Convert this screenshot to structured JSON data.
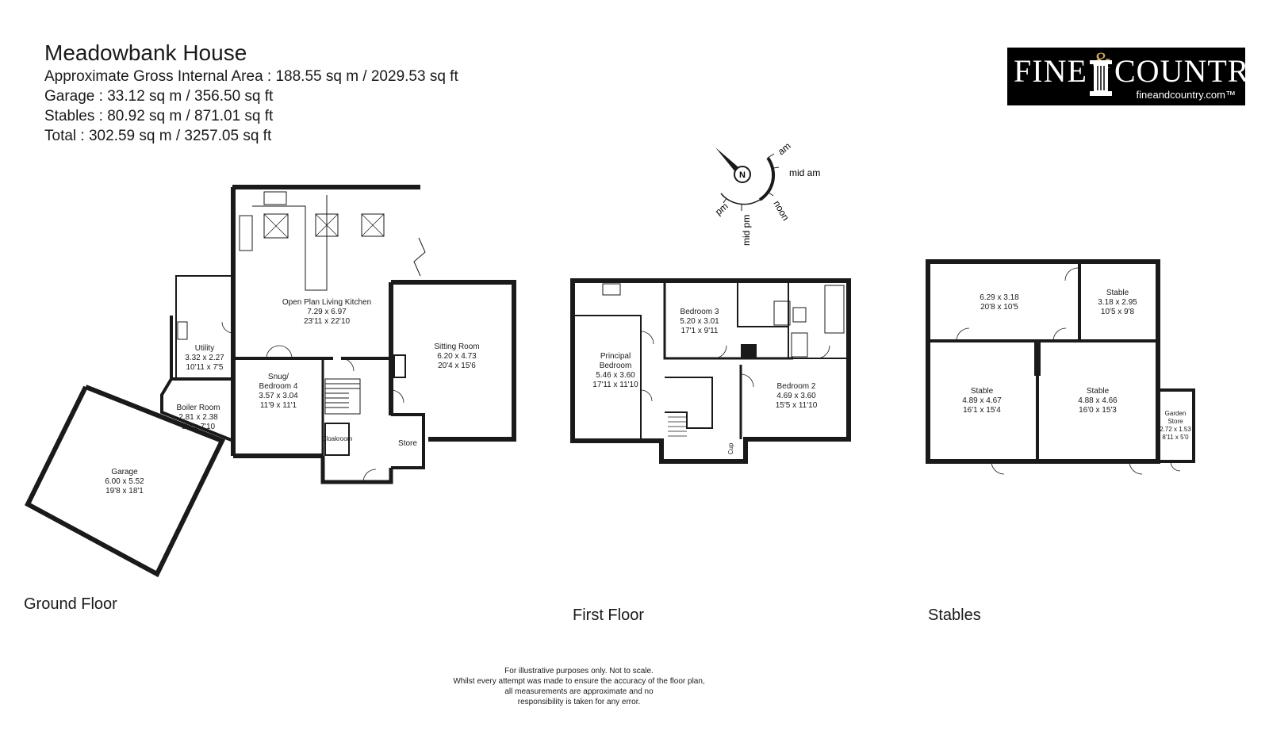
{
  "header": {
    "title": "Meadowbank House",
    "gross_area": "Approximate Gross Internal Area : 188.55 sq m / 2029.53 sq ft",
    "garage_area": "Garage : 33.12 sq m / 356.50 sq ft",
    "stables_area": "Stables : 80.92 sq m / 871.01 sq ft",
    "total_area": "Total : 302.59 sq m / 3257.05 sq ft"
  },
  "logo": {
    "fine": "FINE",
    "amp": "&",
    "country": "COUNTRY",
    "url": "fineandcountry.com™"
  },
  "compass": {
    "north": "N",
    "am": "am",
    "mid_am": "mid am",
    "noon": "noon",
    "mid_pm": "mid pm",
    "pm": "pm"
  },
  "floors": {
    "ground": "Ground Floor",
    "first": "First Floor",
    "stables": "Stables"
  },
  "rooms": {
    "kitchen": {
      "name": "Open Plan Living Kitchen",
      "metric": "7.29 x 6.97",
      "imperial": "23'11 x 22'10"
    },
    "sitting": {
      "name": "Sitting Room",
      "metric": "6.20 x 4.73",
      "imperial": "20'4 x 15'6"
    },
    "utility": {
      "name": "Utility",
      "metric": "3.32 x 2.27",
      "imperial": "10'11 x 7'5"
    },
    "snug_1": "Snug/",
    "snug": {
      "name": "Bedroom 4",
      "metric": "3.57 x 3.04",
      "imperial": "11'9 x 11'1"
    },
    "boiler": {
      "name": "Boiler Room",
      "metric": "2.81 x 2.38",
      "imperial": "9'3 x 7'10"
    },
    "garage": {
      "name": "Garage",
      "metric": "6.00 x 5.52",
      "imperial": "19'8 x 18'1"
    },
    "cloakroom": "Cloakroom",
    "store": "Store",
    "principal_1": "Principal",
    "principal": {
      "name": "Bedroom",
      "metric": "5.46 x 3.60",
      "imperial": "17'11 x 11'10"
    },
    "bed3": {
      "name": "Bedroom 3",
      "metric": "5.20 x 3.01",
      "imperial": "17'1 x 9'11"
    },
    "bed2": {
      "name": "Bedroom 2",
      "metric": "4.69 x 3.60",
      "imperial": "15'5 x 11'10"
    },
    "cup": "Cup",
    "stable_room": {
      "metric": "6.29 x 3.18",
      "imperial": "20'8 x 10'5"
    },
    "stable_a": {
      "name": "Stable",
      "metric": "3.18 x 2.95",
      "imperial": "10'5 x 9'8"
    },
    "stable_b": {
      "name": "Stable",
      "metric": "4.89 x 4.67",
      "imperial": "16'1 x 15'4"
    },
    "stable_c": {
      "name": "Stable",
      "metric": "4.88 x 4.66",
      "imperial": "16'0 x 15'3"
    },
    "garden_1": "Garden",
    "garden": {
      "name": "Store",
      "metric": "2.72 x 1.53",
      "imperial": "8'11 x 5'0"
    }
  },
  "disclaimer": {
    "l1": "For illustrative purposes only. Not to scale.",
    "l2": "Whilst every attempt was made to ensure the accuracy of the floor plan,",
    "l3": "all measurements are approximate and no",
    "l4": "responsibility is taken for any error."
  }
}
